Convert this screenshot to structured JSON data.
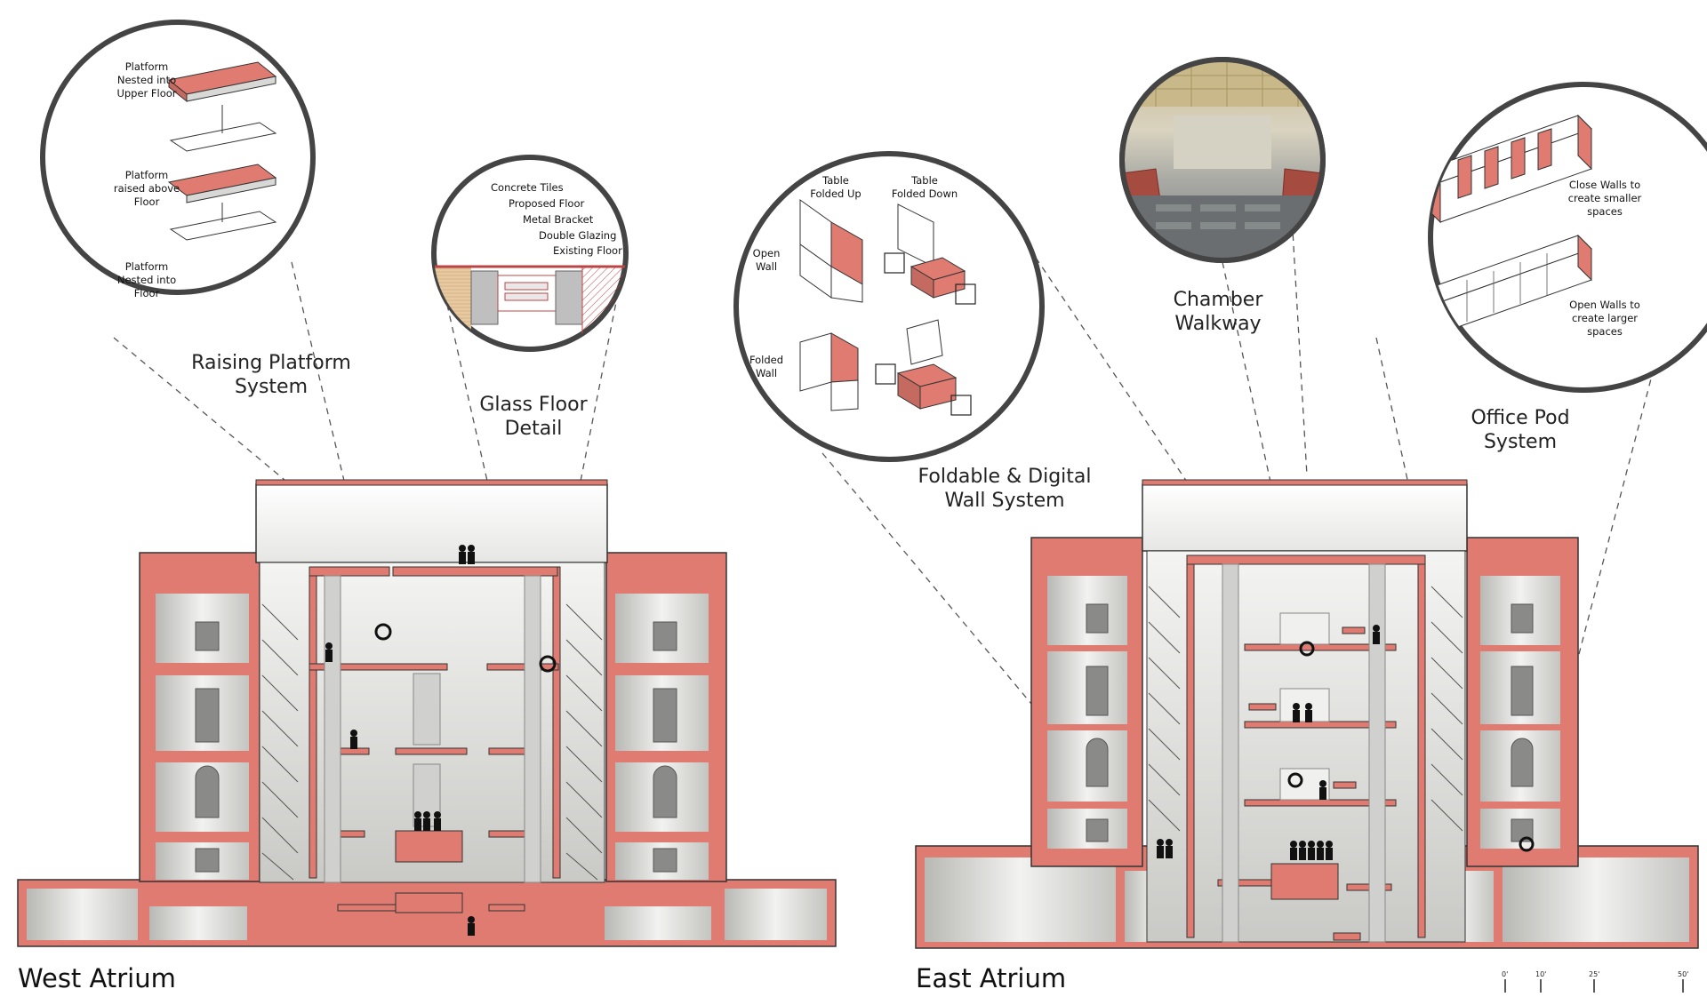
{
  "titles": {
    "west": "West Atrium",
    "east": "East Atrium"
  },
  "callouts": {
    "raising_platform": "Raising Platform\nSystem",
    "glass_floor": "Glass Floor\nDetail",
    "foldable_wall": "Foldable & Digital\nWall System",
    "chamber_walkway": "Chamber\nWalkway",
    "office_pod": "Office Pod\nSystem"
  },
  "platform_labels": {
    "upper": "Platform\nNested into\nUpper Floor",
    "raised": "Platform\nraised above\nFloor",
    "floor": "Platform\nNested into\nFloor"
  },
  "glass_floor_labels": [
    "Concrete Tiles",
    "Proposed Floor",
    "Metal Bracket",
    "Double Glazing",
    "Existing Floor"
  ],
  "wall_labels": {
    "table_up": "Table\nFolded Up",
    "table_down": "Table\nFolded Down",
    "open_wall": "Open\nWall",
    "folded_wall": "Folded\nWall"
  },
  "pod_labels": {
    "close": "Close Walls to\ncreate smaller\nspaces",
    "open": "Open Walls to\ncreate larger\nspaces"
  },
  "scale_bar": [
    "0'",
    "10'",
    "25'",
    "50'"
  ],
  "colors": {
    "accent": "#df7b70",
    "line": "#3a3a3a",
    "interior": "#d9d9d6"
  }
}
